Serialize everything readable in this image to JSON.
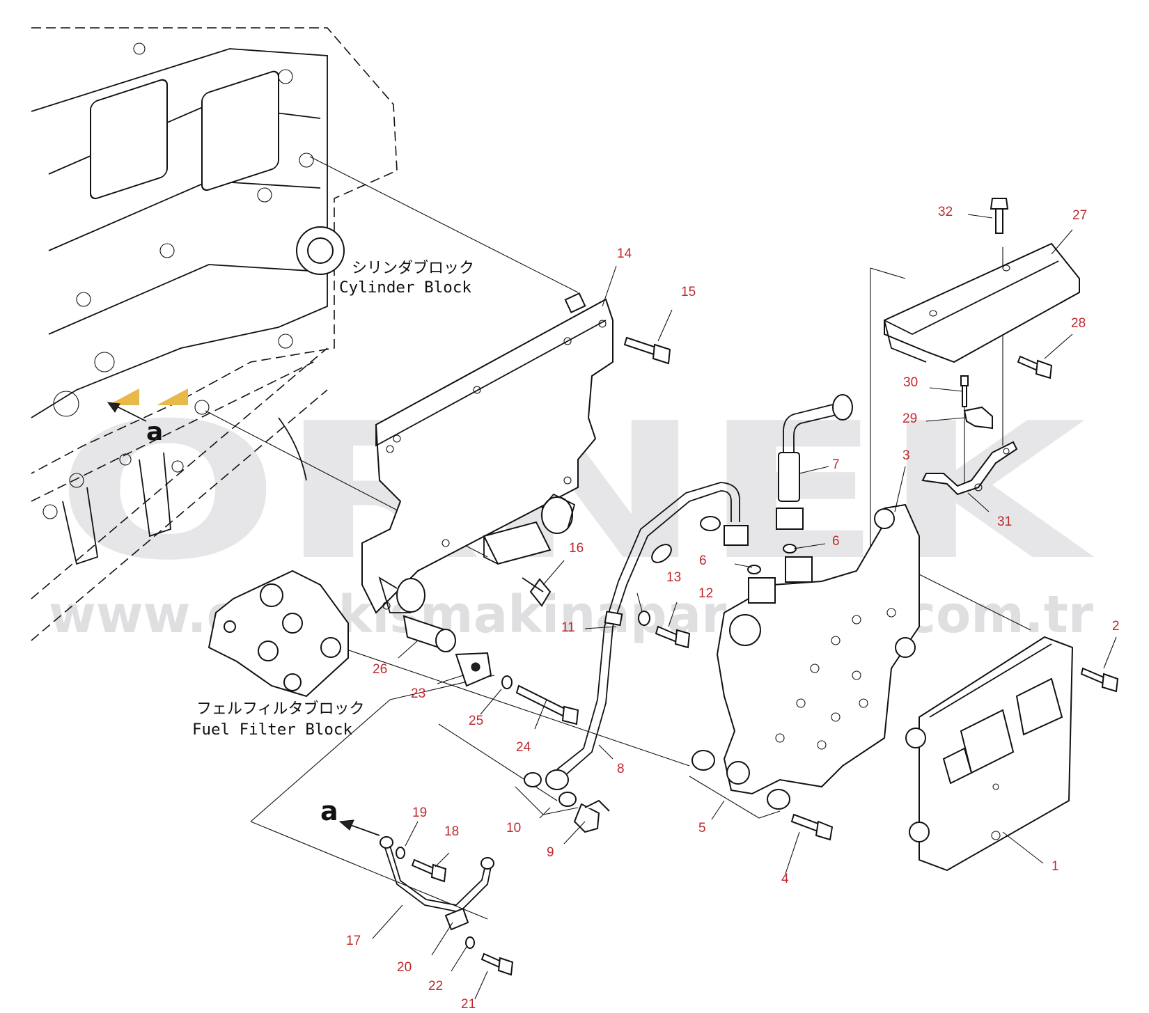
{
  "watermark": {
    "brand": "ORNEK",
    "url": "www.ornekismakinaparcalari.com.tr"
  },
  "labels": {
    "cylinder_block_jp": "シリンダブロック",
    "cylinder_block_en": "Cylinder Block",
    "fuel_filter_jp": "フェルフィルタブロック",
    "fuel_filter_en": "Fuel Filter Block",
    "view_marker": "a"
  },
  "callouts": [
    "1",
    "2",
    "3",
    "4",
    "5",
    "6",
    "6",
    "7",
    "8",
    "9",
    "10",
    "11",
    "12",
    "13",
    "14",
    "15",
    "16",
    "17",
    "18",
    "19",
    "20",
    "21",
    "22",
    "23",
    "24",
    "25",
    "26",
    "27",
    "28",
    "29",
    "30",
    "31",
    "32"
  ],
  "colors": {
    "callout": "#c0282d",
    "marker": "#e8b84a",
    "line": "#111111",
    "watermark": "#d3d3d8"
  }
}
